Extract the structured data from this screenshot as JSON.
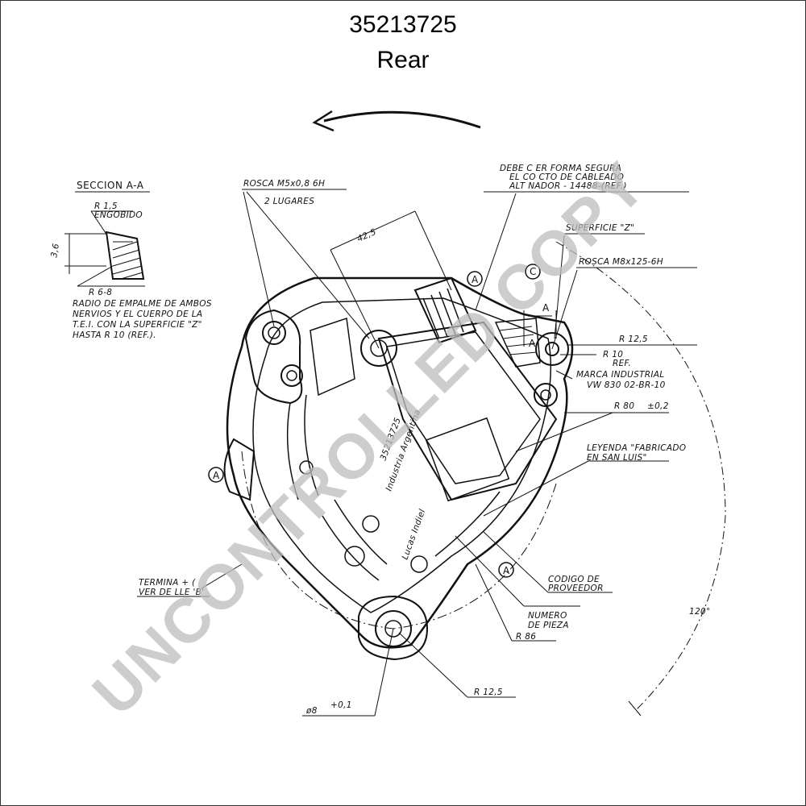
{
  "header": {
    "part_number": "35213725",
    "view": "Rear"
  },
  "watermark": "UNCONTROLLED COPY",
  "section": {
    "title": "SECCION A-A",
    "r_top": "R 1,5",
    "r_top_sub": "ENGOBIDO",
    "dim_side": "3,6",
    "r_bottom": "R 6-8",
    "note_line1": "RADIO DE EMPALME DE AMBOS",
    "note_line2": "NERVIOS Y EL CUERPO DE LA",
    "note_line3": "T.E.I. CON LA SUPERFICIE \"Z\"",
    "note_line4": "HASTA R 10 (REF.)."
  },
  "callouts": {
    "rosca_m5": "ROSCA M5x0,8 6H",
    "lugares": "2 LUGARES",
    "dim_42": "42,5",
    "debe_line1": "DEBE C    ER    FORMA SEGURA",
    "debe_line2": "EL CO    CTO   DE  CABLEADO",
    "debe_line3": "ALT   NADOR - 14488-(REF.)",
    "superficie_z": "SUPERFICIE \"Z\"",
    "rosca_m8": "ROSCA M8x125-6H",
    "r12_top": "R 12,5",
    "r10": "R 10",
    "ref": "REF.",
    "marca_line1": "MARCA INDUSTRIAL",
    "marca_line2": "VW 830 02-BR-10",
    "r80": "R 80",
    "r80_tol": "±0,2",
    "leyenda_line1": "LEYENDA \"FABRICADO",
    "leyenda_line2": "EN SAN LUIS\"",
    "codigo_line1": "CODIGO DE",
    "codigo_line2": "PROVEEDOR",
    "numero_line1": "NUMERO",
    "numero_line2": "DE PIEZA",
    "r86": "R 86",
    "angle_120": "120°",
    "r12_bottom": "R 12,5",
    "diam_8": "ø8",
    "diam_8_tol": "+0,1",
    "terminal_line1": "TERMINA   + (",
    "terminal_line2": "VER DE    LLE 'B'",
    "marker_a": "A",
    "marker_c": "C",
    "label_lucas": "Lucas Indiel",
    "label_industria": "Industria Argentina",
    "label_pn": "35213725"
  }
}
